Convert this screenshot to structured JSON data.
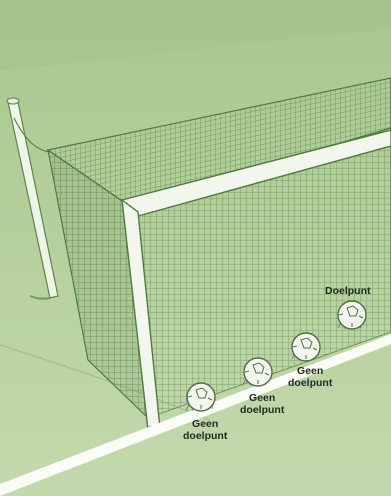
{
  "colors": {
    "grass_light": "#bcd4a4",
    "grass_mid": "#9dbd82",
    "grass_dark": "#6e9a5b",
    "line_white": "#fafcf6",
    "post_shadow": "#7ea86a",
    "ball_fill": "#f4f6ef",
    "ball_stroke": "#4f6e49",
    "text": "#1f2a1f"
  },
  "icons": [
    "goal-post-icon",
    "goal-net-icon",
    "ball-icon"
  ],
  "labels": {
    "goal": "Doelpunt",
    "no_goal_1": [
      "Geen",
      "doelpunt"
    ],
    "no_goal_2": [
      "Geen",
      "doelpunt"
    ],
    "no_goal_3": [
      "Geen",
      "doelpunt"
    ]
  }
}
